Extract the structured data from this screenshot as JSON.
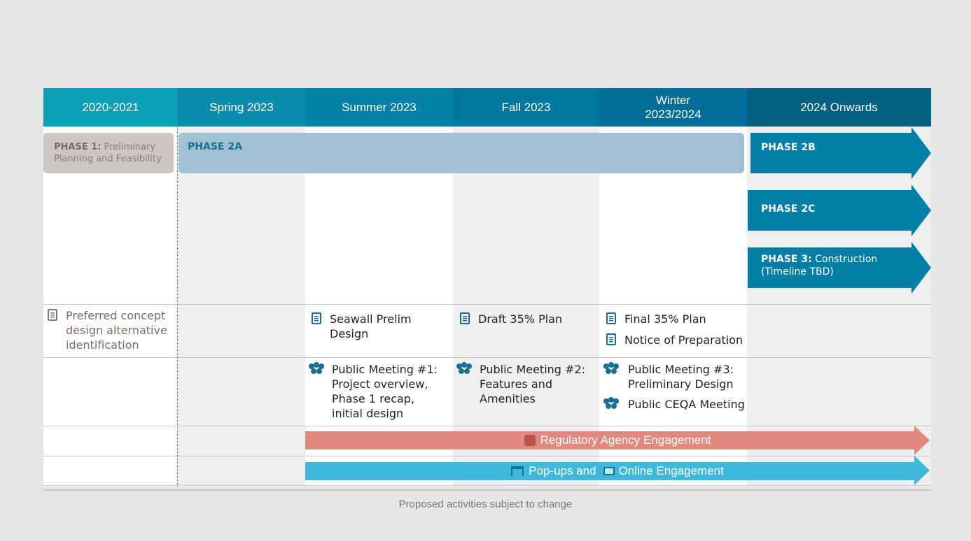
{
  "columns": [
    "2020-2021",
    "Spring 2023",
    "Summer 2023",
    "Fall 2023",
    "Winter\n2023/2024",
    "2024 Onwards"
  ],
  "column_colors": [
    "#0aa0b8",
    "#0a8cad",
    "#0281a8",
    "#0178a2",
    "#016f9a",
    "#045f80"
  ],
  "phases": {
    "phase1_bold": "PHASE 1:",
    "phase1_text": " Preliminary Planning and Feasibility",
    "phase2a": "PHASE 2A",
    "phase2b": "PHASE 2B",
    "phase2c": "PHASE 2C",
    "phase3_bold": "PHASE 3:",
    "phase3_text": " Construction (Timeline TBD)"
  },
  "docs": {
    "preferred": "Preferred concept design alternative identification",
    "seawall": "Seawall Prelim Design",
    "draft35": "Draft 35% Plan",
    "final35": "Final 35% Plan",
    "nop": "Notice of Preparation"
  },
  "meetings": {
    "m1": "Public Meeting #1: Project overview, Phase 1 recap, initial design",
    "m2": "Public Meeting #2: Features and Amenities",
    "m3": "Public Meeting #3: Preliminary Design",
    "ceqa": "Public CEQA Meeting"
  },
  "bands": {
    "regulatory": "Regulatory Agency Engagement",
    "popups": "Pop-ups and",
    "online": "Online Engagement"
  },
  "colors": {
    "regulatory": "#e1897f",
    "popups": "#3fb8dc",
    "arrow": "#037ea6"
  },
  "icons": [
    "document-icon",
    "people-icon",
    "handshake-icon",
    "booth-icon",
    "screen-icon"
  ],
  "footer": "Proposed activities subject to change"
}
